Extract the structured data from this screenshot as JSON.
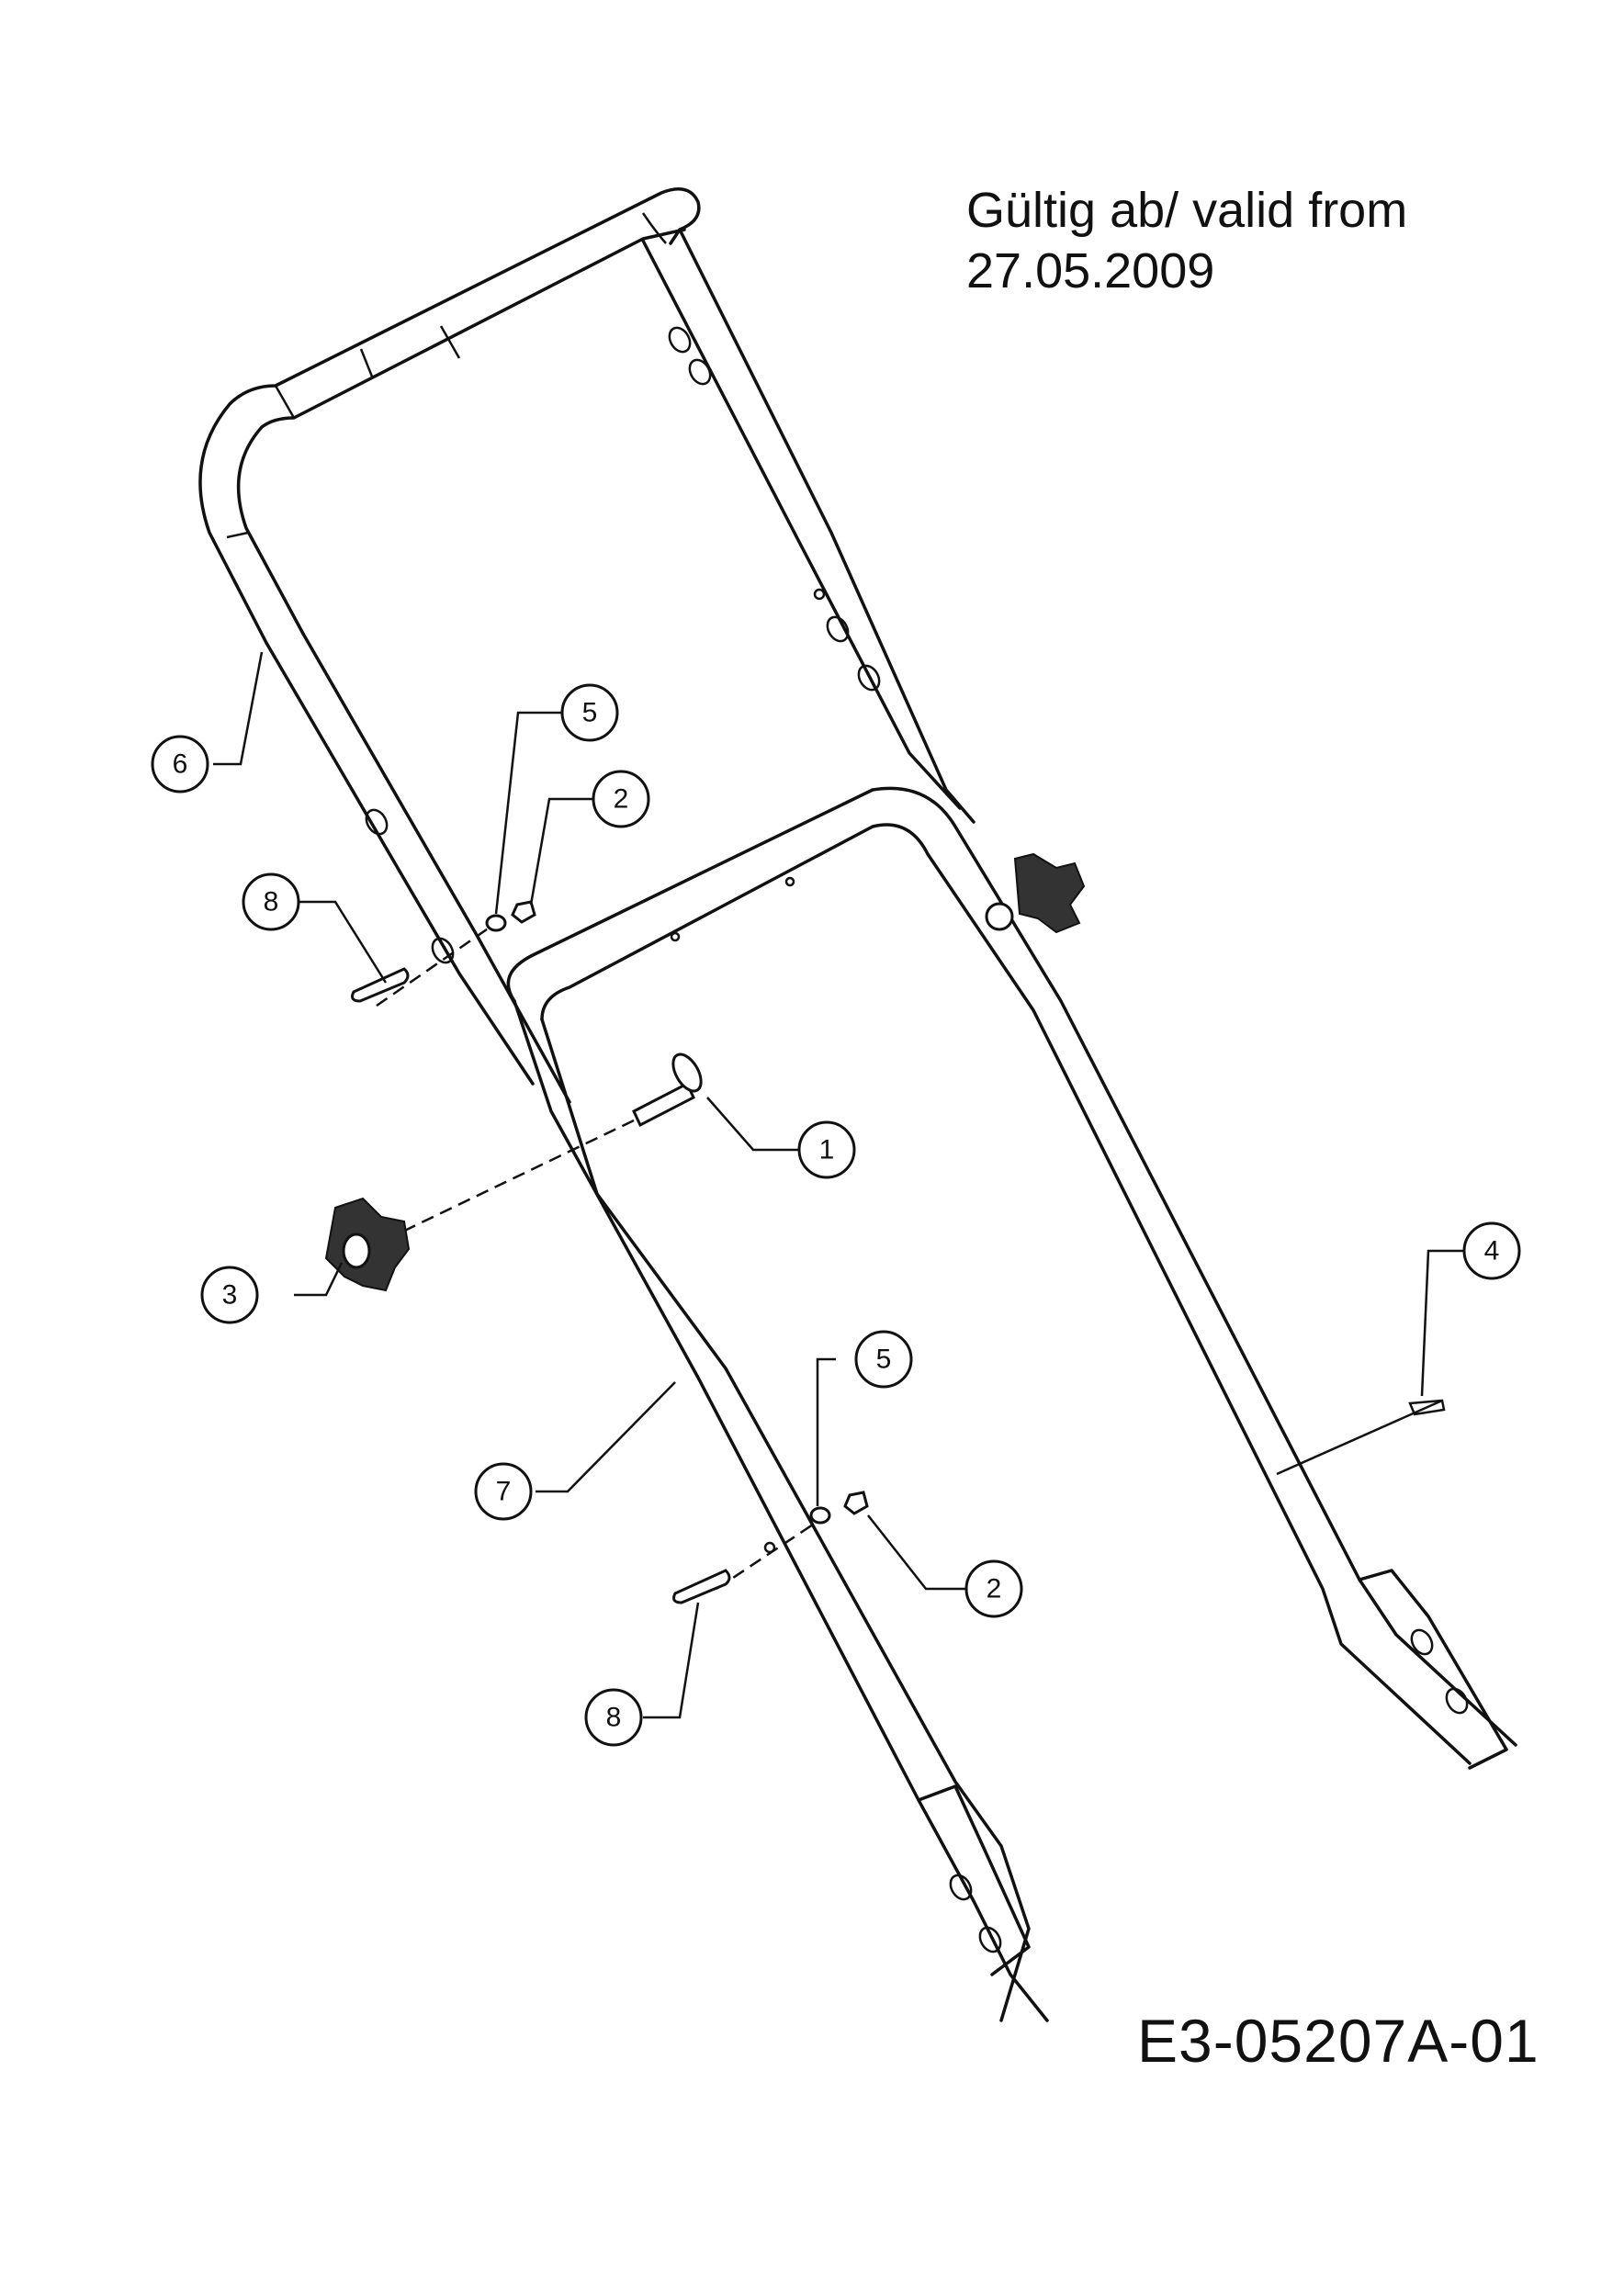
{
  "header": {
    "valid_line1": "Gültig ab/ valid from",
    "valid_line2": "27.05.2009"
  },
  "footer": {
    "drawing_code": "E3-05207A-01"
  },
  "callouts": [
    {
      "id": "callout-1",
      "label": "1"
    },
    {
      "id": "callout-2a",
      "label": "2"
    },
    {
      "id": "callout-2b",
      "label": "2"
    },
    {
      "id": "callout-3",
      "label": "3"
    },
    {
      "id": "callout-4",
      "label": "4"
    },
    {
      "id": "callout-5a",
      "label": "5"
    },
    {
      "id": "callout-5b",
      "label": "5"
    },
    {
      "id": "callout-6",
      "label": "6"
    },
    {
      "id": "callout-7",
      "label": "7"
    },
    {
      "id": "callout-8a",
      "label": "8"
    },
    {
      "id": "callout-8b",
      "label": "8"
    }
  ]
}
